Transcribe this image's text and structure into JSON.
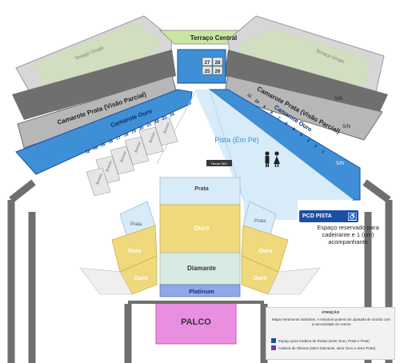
{
  "map": {
    "terraco_central": "Terraço Central",
    "terraco_grupo_left": "Terraço Grupo",
    "terraco_grupo_right": "Terraço Grupo",
    "box_numbers": [
      "27",
      "28",
      "25",
      "26"
    ],
    "camarote_prata_left": "Camarote Prata (Visão Parcial)",
    "camarote_prata_right": "Camarote Prata (Visão Parcial)",
    "camarote_ouro_left": "Camarote Ouro",
    "camarote_ouro_right": "Camarote Ouro",
    "camarote_left_numbers": [
      "12",
      "14",
      "15",
      "16",
      "17",
      "18",
      "19",
      "20",
      "21",
      "22",
      "23",
      "24"
    ],
    "camarote_right_numbers": [
      "11",
      "10",
      "9",
      "8",
      "7",
      "6",
      "5",
      "4",
      "3",
      "2",
      "1"
    ],
    "sn_labels": [
      "S/N",
      "S/N",
      "S/N"
    ],
    "bronze_labels": [
      "Bronze",
      "Bronze",
      "Bronze",
      "Bronze",
      "Bronze",
      "Bronze"
    ],
    "pista": "Pista (Em Pé)",
    "house_mix": "House MIX",
    "prata_center": "Prata",
    "ouro_center": "Ouro",
    "diamante": "Diamante",
    "platinum": "Platinum",
    "prata_side_left": "Prata",
    "prata_side_right": "Prata",
    "ouro_side_left_1": "Ouro",
    "ouro_side_left_2": "Ouro",
    "ouro_side_right_1": "Ouro",
    "ouro_side_right_2": "Ouro",
    "palco": "PALCO",
    "pcd_pista": "PCD PISTA",
    "wheelchair_icon": "wheelchair-icon",
    "restroom_icon": "restroom-icon",
    "reserve_note": "Espaço reservado para cadeirante e 1 (um) acompanhante"
  },
  "legend": {
    "title": "ATENÇÃO",
    "description": "Mapa meramente ilustrativo. A estrutura poderá ser ajustada de acordo com a necessidade do evento",
    "items": [
      {
        "label": "Espaço para Cadeira de Rodas (setor Ouro, Prata e Pista)",
        "color": "#1b4fa3"
      },
      {
        "label": "Cadeira de Obesos (setor Diamante, setor Ouro e setor Prata)",
        "color": "#6a3fa0"
      }
    ]
  },
  "colors": {
    "terrace": "#d7d7d7",
    "terraco_central": "#c9e6a3",
    "camarote_prata": "#b7b7b7",
    "camarote_ouro": "#3f8fd6",
    "pista": "#d7ecf8",
    "prata": "#d7ecf8",
    "ouro": "#f0d97c",
    "diamante": "#d8ebe3",
    "platinum": "#8fa9e6",
    "palco": "#ea8fe0",
    "walls": "#6f6f6f"
  }
}
